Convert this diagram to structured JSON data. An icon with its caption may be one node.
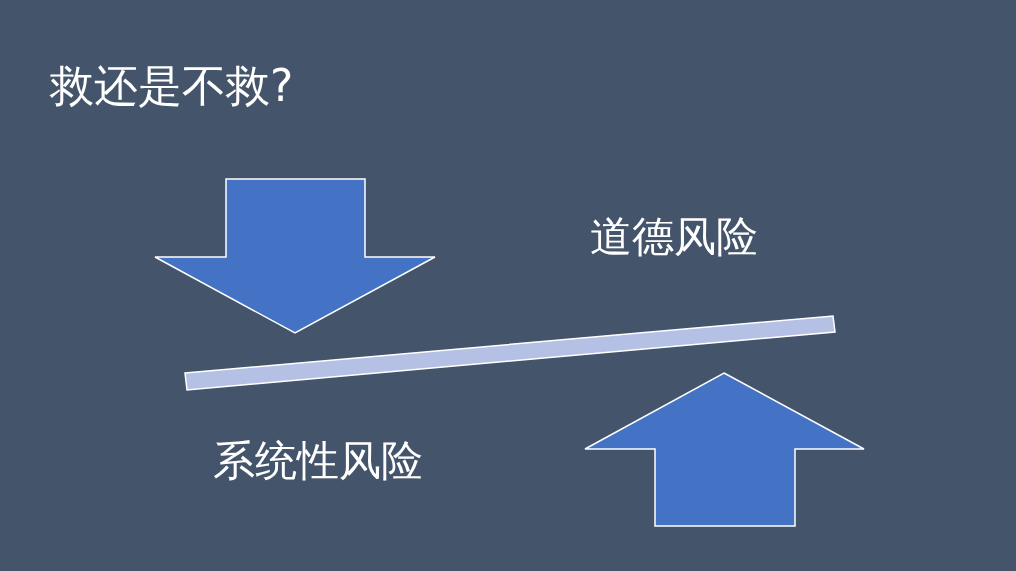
{
  "diagram": {
    "title": "救还是不救?",
    "labels": [
      "道德风险",
      "系统性风险"
    ]
  }
}
